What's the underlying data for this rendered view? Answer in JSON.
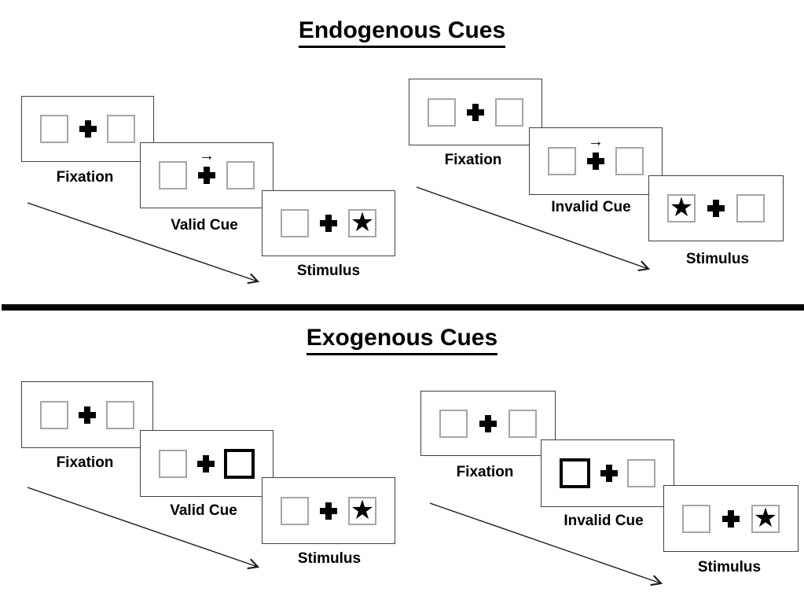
{
  "sections": [
    {
      "title": "Endogenous Cues",
      "sequences": [
        {
          "labels": {
            "step1": "Fixation",
            "step2": "Valid Cue",
            "step3": "Stimulus"
          }
        },
        {
          "labels": {
            "step1": "Fixation",
            "step2": "Invalid Cue",
            "step3": "Stimulus"
          }
        }
      ]
    },
    {
      "title": "Exogenous Cues",
      "sequences": [
        {
          "labels": {
            "step1": "Fixation",
            "step2": "Valid Cue",
            "step3": "Stimulus"
          }
        },
        {
          "labels": {
            "step1": "Fixation",
            "step2": "Invalid Cue",
            "step3": "Stimulus"
          }
        }
      ]
    }
  ],
  "icons": {
    "star": "★",
    "cue_arrow": "→"
  },
  "colors": {
    "background": "#ffffff",
    "panel_border": "#404040",
    "box_border": "#a6a6a6",
    "cue_box_border": "#000000",
    "text": "#000000",
    "divider": "#000000"
  }
}
